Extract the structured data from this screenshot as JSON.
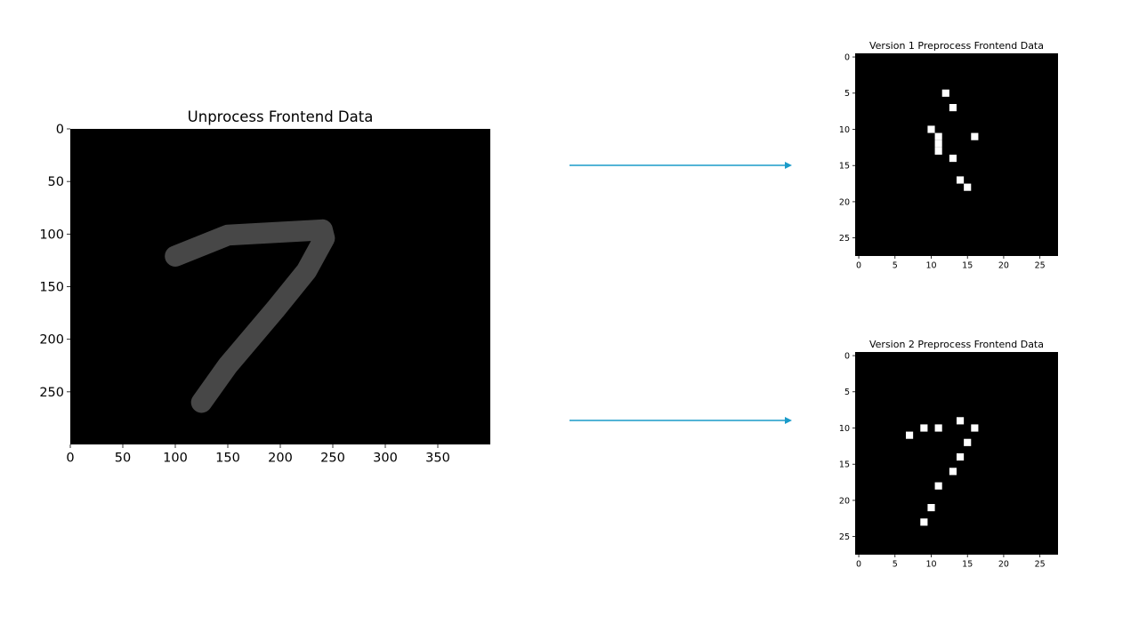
{
  "colors": {
    "arrow": "#1a9bc9",
    "background": "#000000",
    "stroke": "#474747",
    "pixel": "#ffffff"
  },
  "chart_data": [
    {
      "type": "image",
      "title": "Unprocess Frontend Data",
      "xlim": [
        0,
        400
      ],
      "ylim": [
        300,
        0
      ],
      "xticks": [
        0,
        50,
        100,
        150,
        200,
        250,
        300,
        350
      ],
      "yticks": [
        0,
        50,
        100,
        150,
        200,
        250
      ],
      "content": "handwritten digit 7",
      "stroke_path": [
        [
          100,
          121
        ],
        [
          150,
          101
        ],
        [
          240,
          96
        ],
        [
          242,
          104
        ],
        [
          225,
          135
        ],
        [
          195,
          172
        ],
        [
          150,
          225
        ],
        [
          125,
          260
        ]
      ]
    },
    {
      "type": "heatmap",
      "title": "Version 1 Preprocess Frontend Data",
      "xlim": [
        0,
        28
      ],
      "ylim": [
        28,
        0
      ],
      "xticks": [
        0,
        5,
        10,
        15,
        20,
        25
      ],
      "yticks": [
        0,
        5,
        10,
        15,
        20,
        25
      ],
      "on_pixels": [
        [
          12,
          5
        ],
        [
          13,
          7
        ],
        [
          10,
          10
        ],
        [
          11,
          11
        ],
        [
          16,
          11
        ],
        [
          11,
          12
        ],
        [
          11,
          13
        ],
        [
          13,
          14
        ],
        [
          14,
          17
        ],
        [
          15,
          18
        ]
      ]
    },
    {
      "type": "heatmap",
      "title": "Version 2 Preprocess Frontend Data",
      "xlim": [
        0,
        28
      ],
      "ylim": [
        28,
        0
      ],
      "xticks": [
        0,
        5,
        10,
        15,
        20,
        25
      ],
      "yticks": [
        0,
        5,
        10,
        15,
        20,
        25
      ],
      "on_pixels": [
        [
          14,
          9
        ],
        [
          9,
          10
        ],
        [
          11,
          10
        ],
        [
          16,
          10
        ],
        [
          7,
          11
        ],
        [
          15,
          12
        ],
        [
          14,
          14
        ],
        [
          13,
          16
        ],
        [
          11,
          18
        ],
        [
          10,
          21
        ],
        [
          9,
          23
        ]
      ]
    }
  ]
}
